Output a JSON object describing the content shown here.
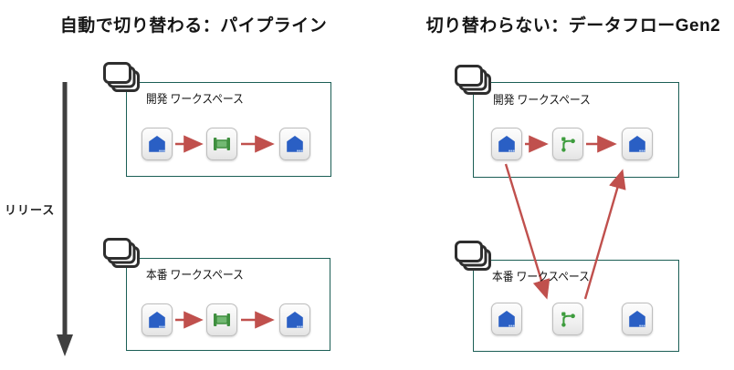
{
  "left_section": {
    "title": "自動で切り替わる：パイプライン",
    "dev_workspace": {
      "label": "開発 ワークスペース",
      "items": [
        "lakehouse",
        "pipeline",
        "lakehouse"
      ],
      "connections": [
        "lakehouse→pipeline",
        "pipeline→lakehouse"
      ]
    },
    "prod_workspace": {
      "label": "本番 ワークスペース",
      "items": [
        "lakehouse",
        "pipeline",
        "lakehouse"
      ],
      "connections": [
        "lakehouse→pipeline",
        "pipeline→lakehouse"
      ]
    }
  },
  "right_section": {
    "title": "切り替わらない：データフローGen2",
    "dev_workspace": {
      "label": "開発 ワークスペース",
      "items": [
        "lakehouse",
        "dataflow-gen2",
        "lakehouse"
      ],
      "connections": [
        "lakehouse→dataflow-gen2",
        "dataflow-gen2→lakehouse"
      ]
    },
    "prod_workspace": {
      "label": "本番 ワークスペース",
      "items": [
        "lakehouse",
        "dataflow-gen2",
        "lakehouse"
      ],
      "connections": []
    },
    "cross_connections": [
      "dev-lakehouse-source→prod-dataflow-gen2",
      "prod-dataflow-gen2→dev-lakehouse-destination"
    ]
  },
  "release_label": "リリース",
  "icons": {
    "lakehouse": "lakehouse-icon",
    "pipeline": "pipeline-icon",
    "dataflow_gen2": "dataflow-gen2-icon",
    "workspace": "workspace-stack-icon"
  },
  "colors": {
    "arrow_red": "#c0504d",
    "box_border": "#1b5e55",
    "lakehouse_blue": "#2a5fc4",
    "pipeline_green": "#4ea24e",
    "dataflow_green": "#3d9c3d",
    "release_arrow_gray": "#3f3f3f",
    "title_text": "#151515"
  }
}
